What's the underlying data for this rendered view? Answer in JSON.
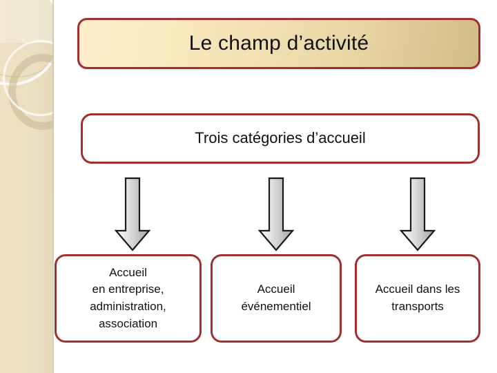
{
  "slide": {
    "title": "Le champ d’activité",
    "subtitle": "Trois catégories d’accueil",
    "categories": [
      {
        "label": "Accueil\nen entreprise,\nadministration,\nassociation"
      },
      {
        "label": "Accueil\névénementiel"
      },
      {
        "label": "Accueil dans les\ntransports"
      }
    ],
    "arrows": [
      {
        "name": "down-arrow-1"
      },
      {
        "name": "down-arrow-2"
      },
      {
        "name": "down-arrow-3"
      }
    ]
  },
  "colors": {
    "border_red": "#9e3032",
    "title_gradient_start": "#fcefcb",
    "title_gradient_end": "#d2bb89",
    "sidebar_beige": "#ece0c3",
    "arrow_gray_light": "#f2f2f2",
    "arrow_gray_dark": "#a9a9a9",
    "arrow_outline": "#1a1a1a",
    "text_color": "#111111",
    "box_background": "#ffffff"
  }
}
